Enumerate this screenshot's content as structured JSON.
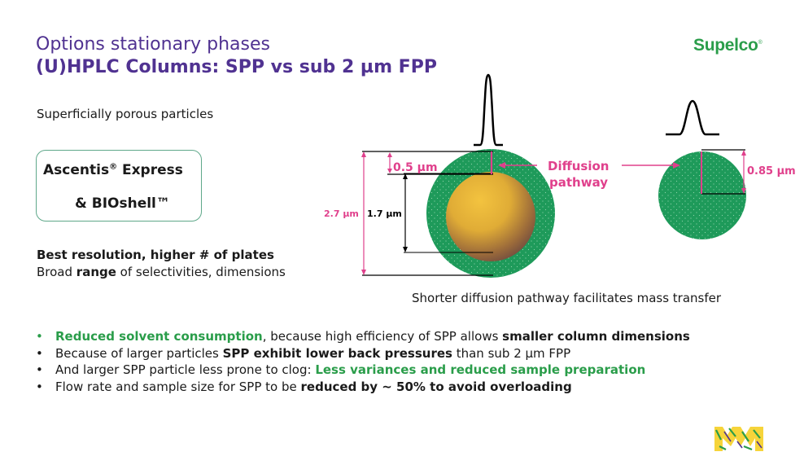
{
  "header": {
    "subtitle": "Options stationary phases",
    "title": "(U)HPLC Columns: SPP vs sub 2 µm FPP",
    "logo_text": "Supelco",
    "logo_mark": "®"
  },
  "left": {
    "particle_type": "Superficially porous particles",
    "brand_line1_name": "Ascentis",
    "brand_line1_reg": "®",
    "brand_line1_rest": " Express",
    "brand_line2": "& BIOshell™",
    "benefit_bold": "Best resolution, higher # of plates",
    "benefit_pre": "Broad ",
    "benefit_bold2": "range",
    "benefit_post": " of selectivities, dimensions"
  },
  "diagram": {
    "shell_thickness": "0.5 µm",
    "core_diameter": "1.7 µm",
    "total_diameter": "2.7 µm",
    "diffusion_line1": "Diffusion",
    "diffusion_line2": "pathway",
    "fpp_radius": "0.85 µm",
    "caption": "Shorter diffusion pathway facilitates mass transfer",
    "colors": {
      "shell": "#1e9a5a",
      "core": "#e8b73a",
      "label": "#e0408c"
    }
  },
  "bullets": [
    {
      "bold_green": "Reduced solvent consumption",
      "mid": ", because high efficiency of SPP allows ",
      "bold_end": "smaller column dimensions"
    },
    {
      "pre": "Because of larger particles ",
      "bold": "SPP exhibit lower back pressures",
      "post": " than sub 2 µm FPP"
    },
    {
      "pre": "And larger SPP particle less prone to clog: ",
      "bold_green": "Less variances and reduced sample preparation"
    },
    {
      "pre": "Flow rate and sample size for SPP to be ",
      "bold": "reduced by ~ 50% to avoid overloading"
    }
  ],
  "footer": {
    "logo_icon": "merck-m-icon"
  }
}
